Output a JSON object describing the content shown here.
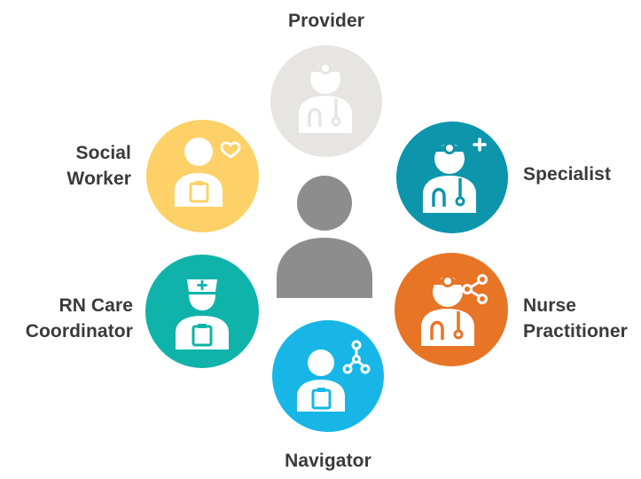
{
  "roles": {
    "provider": {
      "label": "Provider",
      "color": "#e6e5e1",
      "icon": "doctor-stethoscope-icon"
    },
    "specialist": {
      "label": "Specialist",
      "color": "#0c95ab",
      "icon": "doctor-plus-icon"
    },
    "nurse_practitioner": {
      "line1": "Nurse",
      "line2": "Practitioner",
      "color": "#e87425",
      "icon": "doctor-share-icon"
    },
    "navigator": {
      "label": "Navigator",
      "color": "#17b6e6",
      "icon": "person-network-clipboard-icon"
    },
    "rn_care_coordinator": {
      "line1": "RN Care",
      "line2": "Coordinator",
      "color": "#10b3aa",
      "icon": "nurse-cap-clipboard-icon"
    },
    "social_worker": {
      "line1": "Social",
      "line2": "Worker",
      "color": "#fdd167",
      "icon": "person-heart-clipboard-icon"
    }
  },
  "center": {
    "color": "#8d8d8d",
    "icon": "patient-person-icon"
  }
}
